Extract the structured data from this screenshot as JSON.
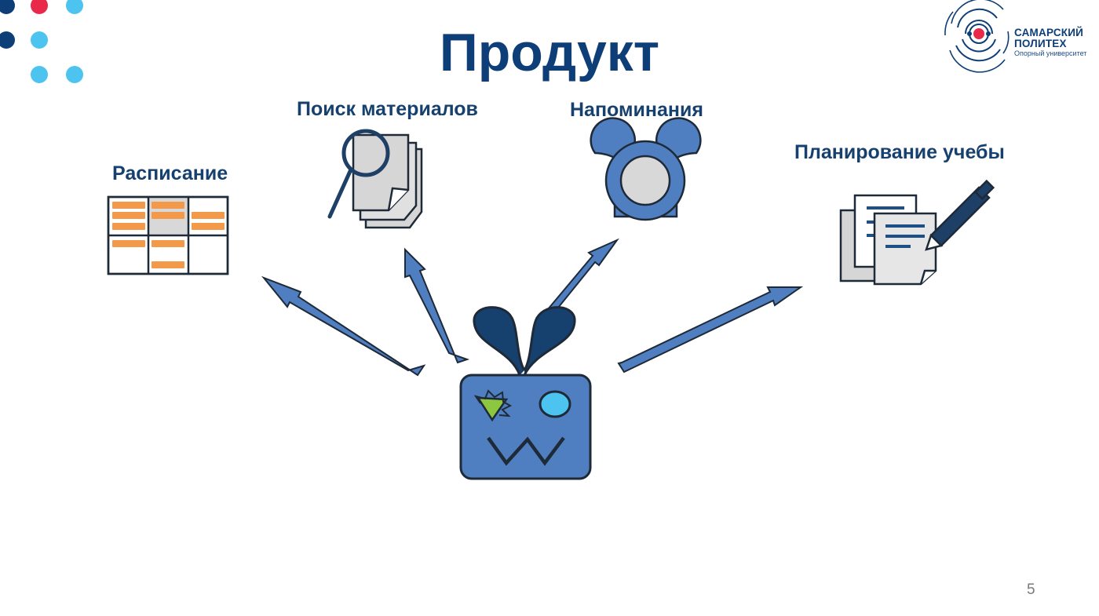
{
  "slide": {
    "title": "Продукт",
    "page_number": "5"
  },
  "logo": {
    "line1": "САМАРСКИЙ",
    "line2": "ПОЛИТЕХ",
    "line3": "Опорный университет"
  },
  "features": [
    {
      "label": "Расписание",
      "icon": "schedule-table-icon"
    },
    {
      "label": "Поиск материалов",
      "icon": "document-search-icon"
    },
    {
      "label": "Напоминания",
      "icon": "alarm-clock-icon"
    },
    {
      "label": "Планирование учебы",
      "icon": "documents-pen-icon"
    }
  ],
  "colors": {
    "title": "#0d3e78",
    "label": "#16406e",
    "arrow": "#4f7fc0",
    "robot": "#4f7fc0",
    "orange": "#f2994a",
    "dot_dark": "#0d3e78",
    "dot_red": "#e8294a",
    "dot_light": "#4dc4f0"
  }
}
